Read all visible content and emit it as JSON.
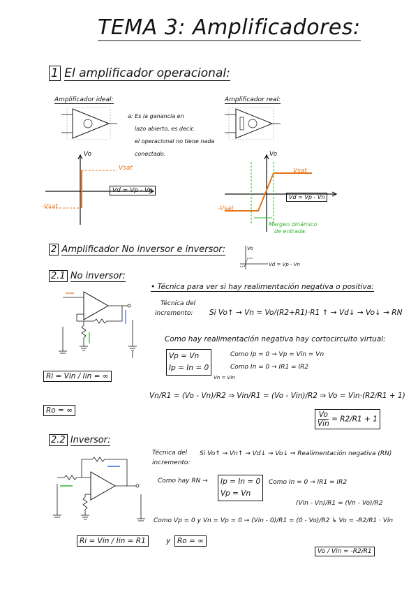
{
  "title": "TEMA 3: Amplificadores:",
  "sec1": {
    "num": "1",
    "heading": "El amplificador operacional:",
    "ideal_label": "Amplificador ideal:",
    "real_label": "Amplificador real:",
    "gain_note": [
      "a: Es la ganancia en",
      "lazo abierto, es decir,",
      "el operacional no tiene nada",
      "conectado."
    ],
    "vo_axis": "Vo",
    "vd_ideal": "Vd = Vp - Vn",
    "vd_real": "Vd = Vp - Vn",
    "vsat_pos": "Vsat",
    "vsat_neg": "-Vsat",
    "margin_note": [
      "Margen dinámico",
      "de entrada."
    ]
  },
  "sec2": {
    "num": "2",
    "heading": "Amplificador No inversor e inversor:",
    "mini_vo": "Vo",
    "mini_vd": "Vd = Vp - Vn",
    "sub1": {
      "num": "2.1",
      "label": "No inversor:",
      "tech_title": "Técnica para ver si hay realimentación negativa o positiva:",
      "tech_a": "Técnica del",
      "tech_b": "incremento:",
      "chain": "Si Vo↑ → Vn = Vo/(R2+R1)·R1 ↑ → Vd↓ → Vo↓ → RN",
      "virtual": "Como hay realimentación negativa hay cortocircuito virtual:",
      "eq_box1": "Vp = Vn",
      "eq_box2": "Ip = In = 0",
      "eq_right1": "Como Ip = 0 → Vp = Vin = Vn",
      "eq_right2": "Como In = 0 → IR1 = IR2",
      "vn_vin": "Vn = Vin",
      "derivation": "Vn/R1 = (Vo - Vn)/R2 ⇒ Vin/R1 = (Vo - Vin)/R2 ⇒ Vo = Vin·(R2/R1 + 1)",
      "ri": "Ri = Vin / Iin = ∞",
      "ro": "Ro = ∞",
      "gain_num": "Vo",
      "gain_den": "Vin",
      "gain_rhs": "= R2/R1 + 1"
    },
    "sub2": {
      "num": "2.2",
      "label": "Inversor:",
      "tech_a": "Técnica del",
      "tech_b": "incremento:",
      "chain": "Si Vo↑ → Vn↑ → Vd↓ → Vo↓ ⇒ Realimentación negativa (RN)",
      "como_rn": "Como hay RN →",
      "box_a": "Ip = In = 0",
      "box_b": "Vp = Vn",
      "in_zero": "Como In = 0 → IR1 = IR2",
      "frac_eq": "(Vin - Vn)/R1 = (Vn - Vo)/R2",
      "vp_line": "Como Vp = 0 y Vn = Vp = 0 → (Vin - 0)/R1 = (0 - Vo)/R2 ↳ Vo = -R2/R1 · Vin",
      "ri": "Ri = Vin / Iin = R1",
      "y": "y",
      "ro": "Ro = ∞",
      "gain_lhs": "Vo / Vin",
      "gain_rhs": "= -R2/R1"
    }
  }
}
